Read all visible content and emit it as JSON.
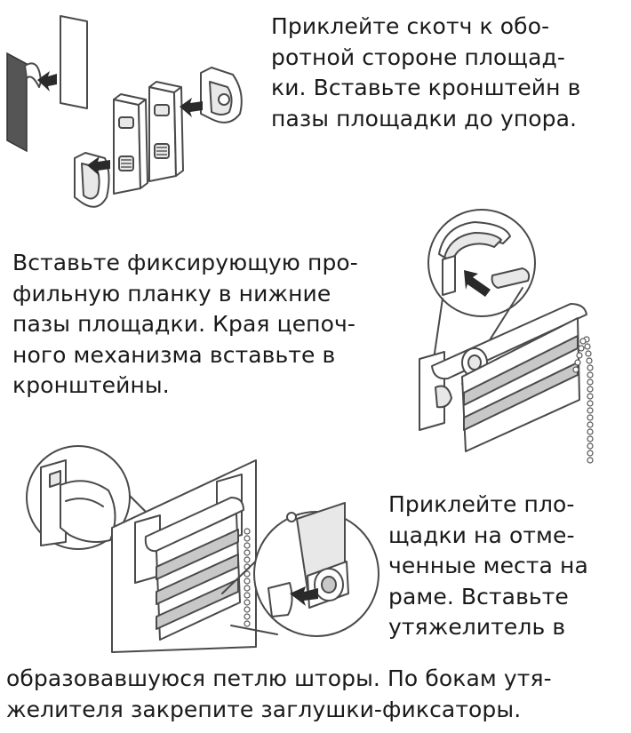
{
  "instructions": {
    "step1": [
      "Приклейте скотч к обо-",
      "ротной стороне площад-",
      "ки. Вставьте кронштейн в",
      "пазы площадки до упора."
    ],
    "step2": [
      "Вставьте фиксирующую про-",
      "фильную планку в нижние",
      "пазы площадки. Края цепоч-",
      "ного механизма вставьте в",
      "кронштейны."
    ],
    "step3_right": [
      "Приклейте пло-",
      "щадки на отме-",
      "ченные места на",
      "раме. Вставьте",
      "утяжелитель в"
    ],
    "step3_bottom": [
      "образовавшуюся петлю шторы. По бокам утя-",
      "желителя закрепите заглушки-фиксаторы."
    ]
  },
  "illustrations": {
    "step1": "bracket-assembly-illustration",
    "step2": "chain-mechanism-install-illustration",
    "step3": "blind-mounting-weight-illustration"
  },
  "colors": {
    "text": "#1a1a1a",
    "line": "#4a4a4a",
    "background": "#ffffff"
  }
}
